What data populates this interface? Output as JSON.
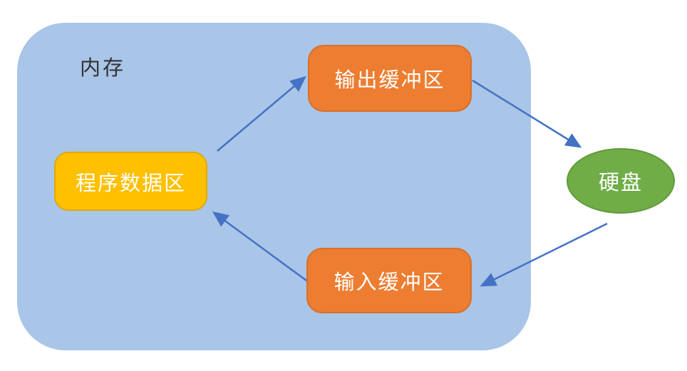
{
  "diagram": {
    "container": {
      "id": "memory",
      "label": "内存",
      "fill": "#a9c5e8",
      "label_color": "#333333"
    },
    "nodes": [
      {
        "id": "output-buffer",
        "label": "输出缓冲区",
        "shape": "rounded-rect",
        "fill": "#ed7d31",
        "text_color": "#ffffff"
      },
      {
        "id": "program-data",
        "label": "程序数据区",
        "shape": "rounded-rect",
        "fill": "#ffc000",
        "text_color": "#ffffff"
      },
      {
        "id": "input-buffer",
        "label": "输入缓冲区",
        "shape": "rounded-rect",
        "fill": "#ed7d31",
        "text_color": "#ffffff"
      },
      {
        "id": "hard-disk",
        "label": "硬盘",
        "shape": "ellipse",
        "fill": "#70ad47",
        "text_color": "#ffffff"
      }
    ],
    "edges": [
      {
        "from": "program-data",
        "to": "output-buffer"
      },
      {
        "from": "output-buffer",
        "to": "hard-disk"
      },
      {
        "from": "hard-disk",
        "to": "input-buffer"
      },
      {
        "from": "input-buffer",
        "to": "program-data"
      }
    ],
    "arrow_color": "#4472c4"
  }
}
